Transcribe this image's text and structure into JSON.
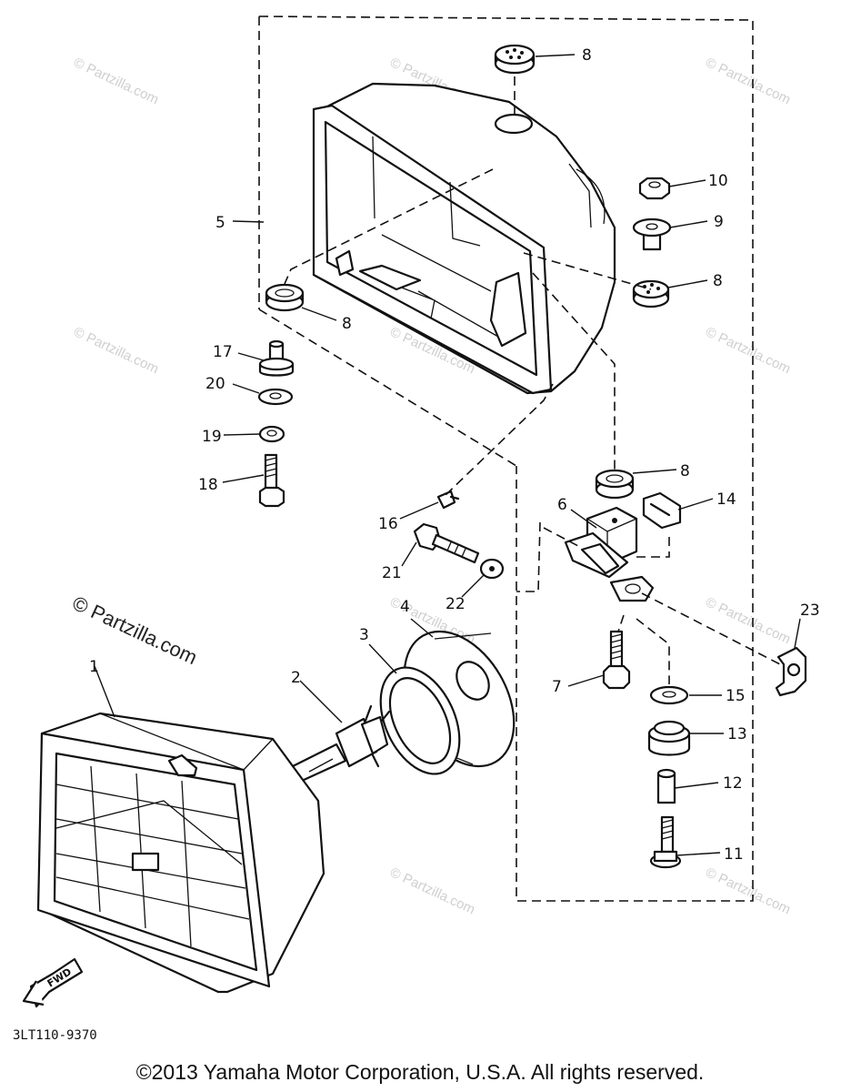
{
  "watermark": {
    "text": "© Partzilla.com",
    "emphasized_text": "© Partzilla.com"
  },
  "diagram_code": "3LT110-9370",
  "direction_arrow_label": "FWD",
  "copyright": "©2013  Yamaha Motor Corporation, U.S.A. All rights reserved.",
  "callouts": {
    "c1": "1",
    "c2": "2",
    "c3": "3",
    "c4": "4",
    "c5": "5",
    "c6": "6",
    "c7": "7",
    "c8a": "8",
    "c8b": "8",
    "c8c": "8",
    "c8d": "8",
    "c9": "9",
    "c10": "10",
    "c11": "11",
    "c12": "12",
    "c13": "13",
    "c14": "14",
    "c15": "15",
    "c16": "16",
    "c17": "17",
    "c18": "18",
    "c19": "19",
    "c20": "20",
    "c21": "21",
    "c22": "22",
    "c23": "23"
  }
}
